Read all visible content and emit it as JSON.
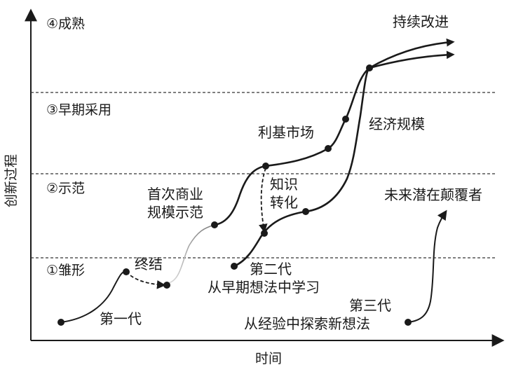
{
  "axes": {
    "y_label": "创新过程",
    "x_label": "时间"
  },
  "stages": [
    {
      "label": "④成熟"
    },
    {
      "label": "③早期采用"
    },
    {
      "label": "②示范"
    },
    {
      "label": "①雏形"
    }
  ],
  "annotations": {
    "continuous_improvement": "持续改进",
    "economies_of_scale": "经济规模",
    "niche_market": "利基市场",
    "knowledge_transfer_line1": "知识",
    "knowledge_transfer_line2": "转化",
    "first_commercial_line1": "首次商业",
    "first_commercial_line2": "规模示范",
    "future_disruptor": "未来潜在颠覆者",
    "termination": "终结",
    "first_generation": "第一代",
    "second_generation_line1": "第二代",
    "second_generation_line2": "从早期想法中学习",
    "third_generation_line1": "第三代",
    "third_generation_line2": "从经验中探索新想法"
  },
  "colors": {
    "ink": "#1a1a1a",
    "faded": "#b0b0b0"
  }
}
